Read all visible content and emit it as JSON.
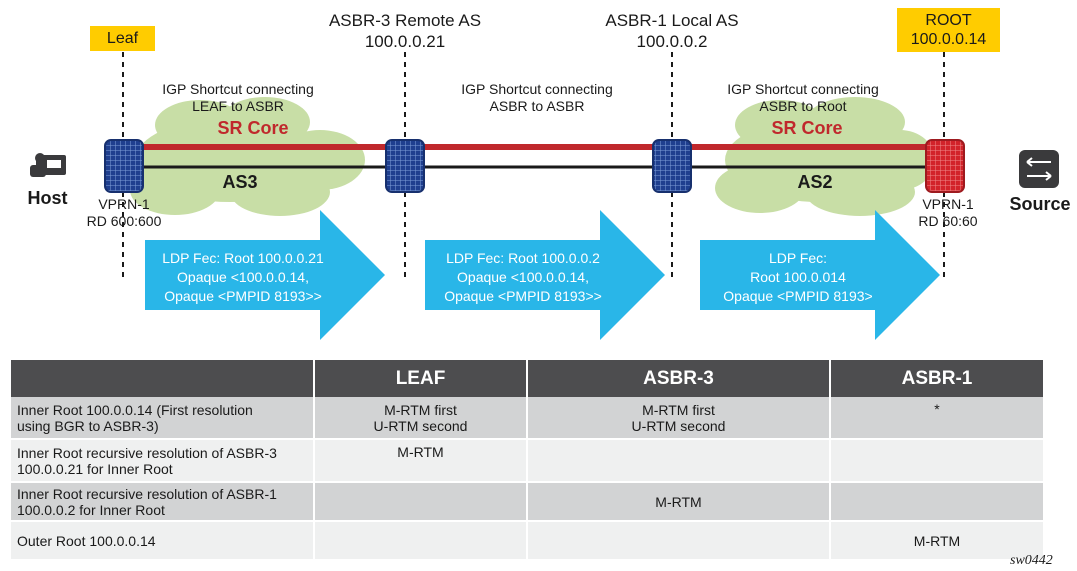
{
  "tags": {
    "leaf": "Leaf",
    "root_line1": "ROOT",
    "root_line2": "100.0.0.14"
  },
  "asbr3": {
    "line1": "ASBR-3 Remote AS",
    "line2": "100.0.0.21"
  },
  "asbr1": {
    "line1": "ASBR-1 Local AS",
    "line2": "100.0.0.2"
  },
  "igp": [
    {
      "line1": "IGP Shortcut connecting",
      "line2": "LEAF to ASBR"
    },
    {
      "line1": "IGP Shortcut connecting",
      "line2": "ASBR to ASBR"
    },
    {
      "line1": "IGP Shortcut connecting",
      "line2": "ASBR to Root"
    }
  ],
  "sr_core": "SR Core",
  "as3": "AS3",
  "as2": "AS2",
  "host": "Host",
  "source": "Source",
  "vprn_left": {
    "line1": "VPRN-1",
    "line2": "RD 600:600"
  },
  "vprn_right": {
    "line1": "VPRN-1",
    "line2": "RD 60:60"
  },
  "fec": [
    {
      "line1": "LDP Fec: Root 100.0.0.21",
      "line2": "Opaque <100.0.0.14,",
      "line3": "Opaque <PMPID 8193>>"
    },
    {
      "line1": "LDP Fec: Root 100.0.0.2",
      "line2": "Opaque <100.0.0.14,",
      "line3": "Opaque <PMPID 8193>>"
    },
    {
      "line1": "LDP Fec:",
      "line2": "Root 100.0.014",
      "line3": "Opaque <PMPID 8193>"
    }
  ],
  "table": {
    "headers": [
      "",
      "LEAF",
      "ASBR-3",
      "ASBR-1"
    ],
    "rows": [
      {
        "label1": "Inner Root 100.0.0.14 (First resolution",
        "label2": "using BGR to ASBR-3)",
        "leaf1": "M-RTM first",
        "leaf2": "U-RTM second",
        "asbr3_1": "M-RTM first",
        "asbr3_2": "U-RTM second",
        "asbr1": "*"
      },
      {
        "label1": "Inner Root recursive resolution of ASBR-3",
        "label2": "100.0.0.21 for Inner Root",
        "leaf": "M-RTM",
        "asbr3": "",
        "asbr1": ""
      },
      {
        "label1": "Inner Root recursive resolution of ASBR-1",
        "label2": "100.0.0.2 for Inner Root",
        "leaf": "",
        "asbr3": "M-RTM",
        "asbr1": ""
      },
      {
        "label1": "Outer Root 100.0.0.14",
        "leaf": "",
        "asbr3": "",
        "asbr1": "M-RTM"
      }
    ]
  },
  "figure_id": "sw0442",
  "colors": {
    "sr_red": "#c0282c",
    "router_blue": "#1f3f8f",
    "router_red": "#d2232a",
    "arrow": "#29b6e8",
    "cloud": "#c8dea6",
    "tag": "#ffcc00",
    "header": "#4d4d4f"
  }
}
